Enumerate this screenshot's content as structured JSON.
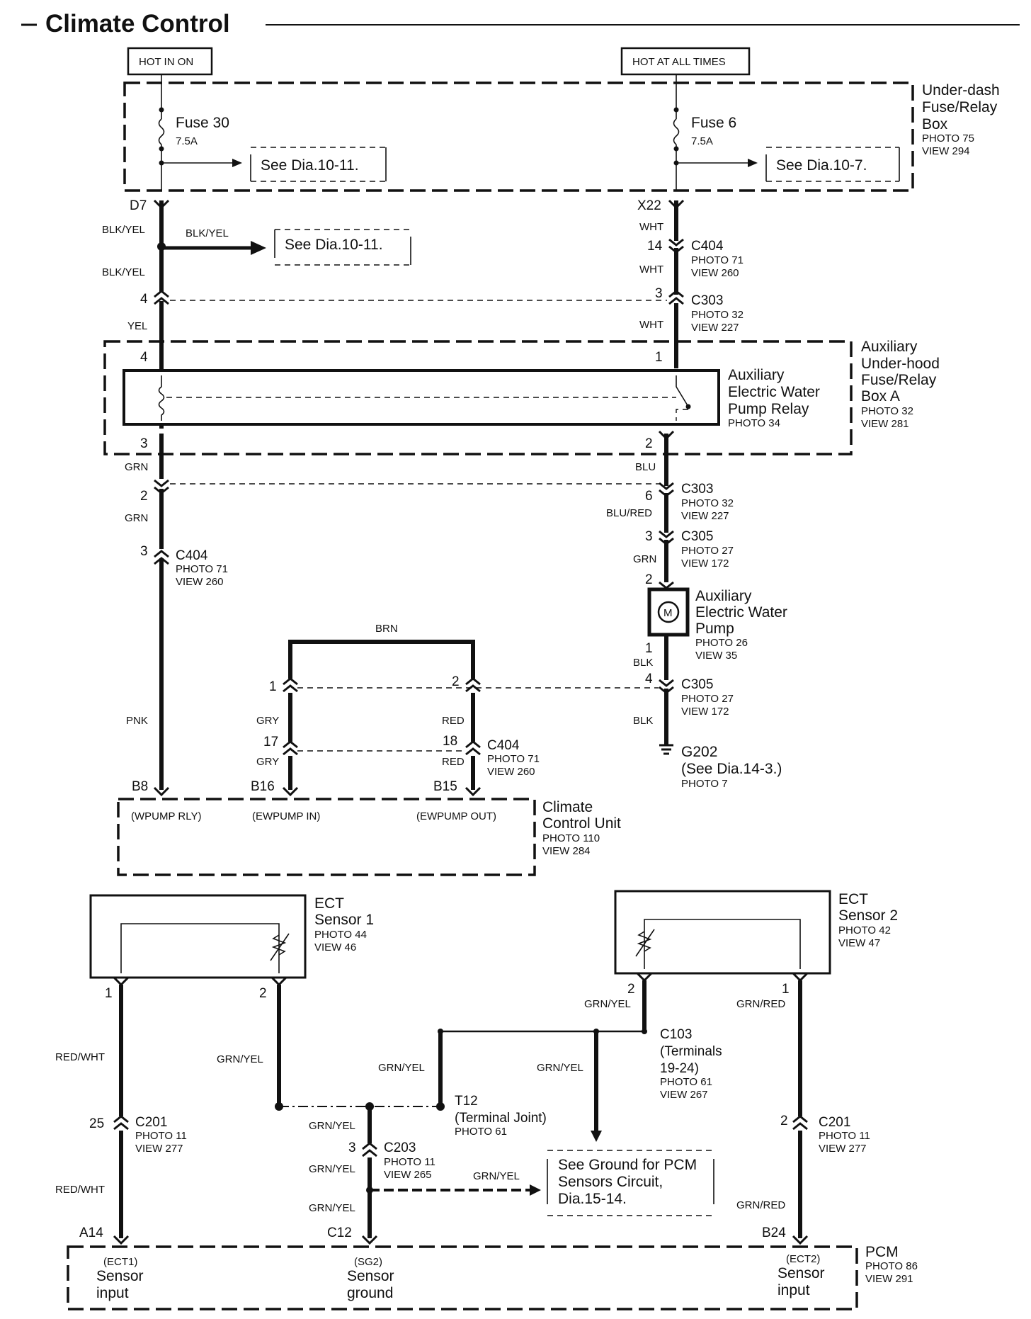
{
  "title": "Climate Control",
  "power": {
    "hot_in_on": "HOT IN ON",
    "hot_at_all_times": "HOT AT ALL TIMES"
  },
  "underdash": {
    "l1": "Under-dash",
    "l2": "Fuse/Relay",
    "l3": "Box",
    "photo": "PHOTO 75",
    "view": "VIEW 294"
  },
  "fuse30": {
    "name": "Fuse 30",
    "rating": "7.5A",
    "see": "See Dia.10-11."
  },
  "fuse6": {
    "name": "Fuse 6",
    "rating": "7.5A",
    "see": "See Dia.10-7."
  },
  "left_chain": {
    "d7": "D7",
    "blkyel_1": "BLK/YEL",
    "branch_wire": "BLK/YEL",
    "see": "See Dia.10-11.",
    "blkyel_2": "BLK/YEL",
    "pin4": "4",
    "yel": "YEL",
    "relay_pin4": "4",
    "relay_pin3": "3",
    "grn_1": "GRN",
    "pin2": "2",
    "grn_2": "GRN",
    "pin3": "3",
    "c404": "C404",
    "c404_photo": "PHOTO 71",
    "c404_view": "VIEW 260",
    "pnk": "PNK",
    "b8": "B8"
  },
  "right_chain": {
    "x22": "X22",
    "wht_1": "WHT",
    "pin14": "14",
    "c404": "C404",
    "c404_photo": "PHOTO 71",
    "c404_view": "VIEW 260",
    "wht_2": "WHT",
    "pin3": "3",
    "c303": "C303",
    "c303_photo": "PHOTO 32",
    "c303_view": "VIEW 227",
    "wht_3": "WHT",
    "relay_pin1": "1"
  },
  "aux_box": {
    "l1": "Auxiliary",
    "l2": "Under-hood",
    "l3": "Fuse/Relay",
    "l4": "Box A",
    "photo": "PHOTO 32",
    "view": "VIEW 281"
  },
  "relay": {
    "l1": "Auxiliary",
    "l2": "Electric Water",
    "l3": "Pump Relay",
    "photo": "PHOTO 34"
  },
  "pump_chain": {
    "relay_pin2": "2",
    "blu": "BLU",
    "pin6": "6",
    "c303": "C303",
    "c303_photo": "PHOTO 32",
    "c303_view": "VIEW 227",
    "blured": "BLU/RED",
    "pin3": "3",
    "c305_a": "C305",
    "c305_a_photo": "PHOTO 27",
    "c305_a_view": "VIEW 172",
    "grn": "GRN",
    "pin2": "2",
    "motor": "M",
    "pump_l1": "Auxiliary",
    "pump_l2": "Electric Water",
    "pump_l3": "Pump",
    "pump_photo": "PHOTO 26",
    "pump_view": "VIEW 35",
    "pin1": "1",
    "blk_1": "BLK",
    "pin4": "4",
    "c305_b": "C305",
    "c305_b_photo": "PHOTO 27",
    "c305_b_view": "VIEW 172",
    "blk_2": "BLK",
    "g202": "G202",
    "g202_see": "(See Dia.14-3.)",
    "g202_photo": "PHOTO 7"
  },
  "mid_chain": {
    "brn": "BRN",
    "pin1": "1",
    "pin2": "2",
    "gry_1": "GRY",
    "red_1": "RED",
    "pin17": "17",
    "pin18": "18",
    "c404": "C404",
    "c404_photo": "PHOTO 71",
    "c404_view": "VIEW 260",
    "gry_2": "GRY",
    "red_2": "RED",
    "b16": "B16",
    "b15": "B15"
  },
  "climate_unit": {
    "wpump_rly": "(WPUMP RLY)",
    "ewpump_in": "(EWPUMP IN)",
    "ewpump_out": "(EWPUMP OUT)",
    "l1": "Climate",
    "l2": "Control Unit",
    "photo": "PHOTO 110",
    "view": "VIEW 284"
  },
  "ect1": {
    "l1": "ECT",
    "l2": "Sensor 1",
    "photo": "PHOTO 44",
    "view": "VIEW 46",
    "pin1": "1",
    "pin2": "2"
  },
  "ect2": {
    "l1": "ECT",
    "l2": "Sensor 2",
    "photo": "PHOTO 42",
    "view": "VIEW 47",
    "pin2": "2",
    "pin1": "1"
  },
  "lower": {
    "redwht_1": "RED/WHT",
    "pin25": "25",
    "c201_l": "C201",
    "c201_l_photo": "PHOTO 11",
    "c201_l_view": "VIEW 277",
    "redwht_2": "RED/WHT",
    "a14": "A14",
    "grnyel_s1": "GRN/YEL",
    "grnyel_s2": "GRN/YEL",
    "grnyel_t12": "GRN/YEL",
    "grnyel_mid": "GRN/YEL",
    "c103": "C103",
    "c103_l2": "(Terminals",
    "c103_l3": "19-24)",
    "c103_photo": "PHOTO 61",
    "c103_view": "VIEW 267",
    "t12": "T12",
    "t12_l2": "(Terminal Joint)",
    "t12_photo": "PHOTO 61",
    "grnyel_c203_a": "GRN/YEL",
    "pin3": "3",
    "c203": "C203",
    "c203_photo": "PHOTO 11",
    "c203_view": "VIEW 265",
    "grnyel_c203_b": "GRN/YEL",
    "grnyel_branch": "GRN/YEL",
    "grnyel_c203_c": "GRN/YEL",
    "c12": "C12",
    "see_l1": "See Ground for PCM",
    "see_l2": "Sensors Circuit,",
    "see_l3": "Dia.15-14.",
    "grnred_1": "GRN/RED",
    "pin2": "2",
    "c201_r": "C201",
    "c201_r_photo": "PHOTO 11",
    "c201_r_view": "VIEW 277",
    "grnred_2": "GRN/RED",
    "b24": "B24"
  },
  "pcm": {
    "ect1": "(ECT1)",
    "ect1_l1": "Sensor",
    "ect1_l2": "input",
    "sg2": "(SG2)",
    "sg2_l1": "Sensor",
    "sg2_l2": "ground",
    "ect2": "(ECT2)",
    "ect2_l1": "Sensor",
    "ect2_l2": "input",
    "name": "PCM",
    "photo": "PHOTO 86",
    "view": "VIEW 291"
  }
}
